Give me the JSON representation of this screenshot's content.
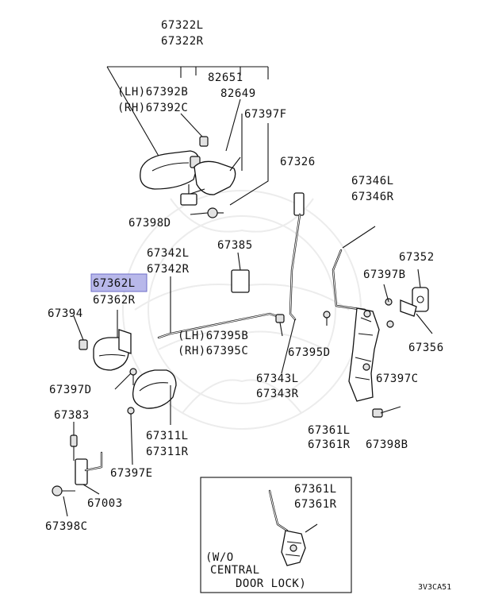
{
  "labels": {
    "p67322": [
      "67322L",
      "67322R"
    ],
    "p82651": "82651",
    "p67392": [
      "(LH)67392B",
      "(RH)67392C"
    ],
    "p82649": "82649",
    "p67397F": "67397F",
    "p67326": "67326",
    "p67346": [
      "67346L",
      "67346R"
    ],
    "p67398D": "67398D",
    "p67385": "67385",
    "p67342": [
      "67342L",
      "67342R"
    ],
    "p67352": "67352",
    "p67362": [
      "67362L",
      "67362R"
    ],
    "p67397B": "67397B",
    "p67394": "67394",
    "p67395": [
      "(LH)67395B",
      "(RH)67395C"
    ],
    "p67395D": "67395D",
    "p67356": "67356",
    "p67397D": "67397D",
    "p67343": [
      "67343L",
      "67343R"
    ],
    "p67397C": "67397C",
    "p67383": "67383",
    "p67311": [
      "67311L",
      "67311R"
    ],
    "p67361": [
      "67361L",
      "67361R"
    ],
    "p67398B": "67398B",
    "p67397E": "67397E",
    "p67003": "67003",
    "p67398C": "67398C",
    "inset_p67361": [
      "67361L",
      "67361R"
    ],
    "inset_note": [
      "(W/O",
      "CENTRAL",
      "DOOR LOCK)"
    ]
  },
  "highlight_part": "67362L",
  "highlight_color": "#b8b8ea",
  "diagram_code": "3V3CA51"
}
